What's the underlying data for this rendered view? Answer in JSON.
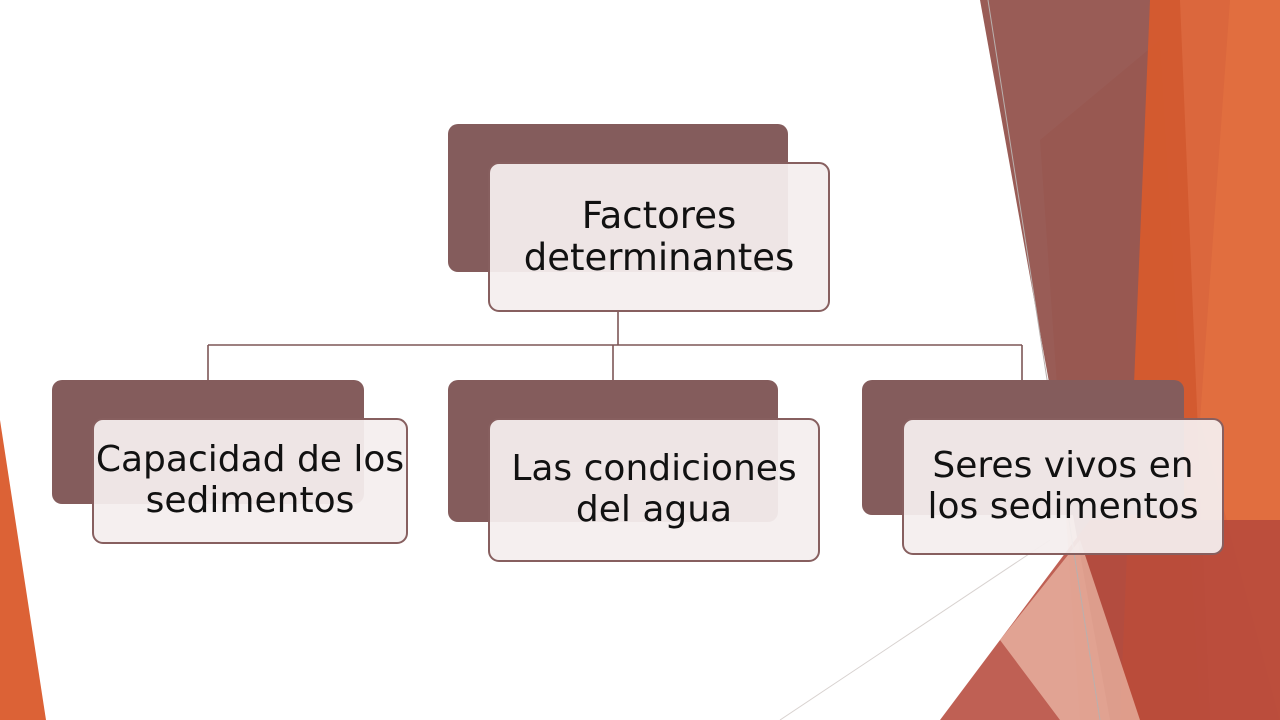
{
  "diagram": {
    "root": {
      "label": "Factores determinantes"
    },
    "children": [
      {
        "label": "Capacidad de los sedimentos"
      },
      {
        "label": "Las condiciones del agua"
      },
      {
        "label": "Seres vivos en los sedimentos"
      }
    ]
  },
  "colors": {
    "box_back": "#845c5c",
    "box_border": "#875f5f",
    "box_fill": "#f4eeee",
    "accent_orange": "#d85a2c",
    "accent_brown": "#8e4a44"
  }
}
